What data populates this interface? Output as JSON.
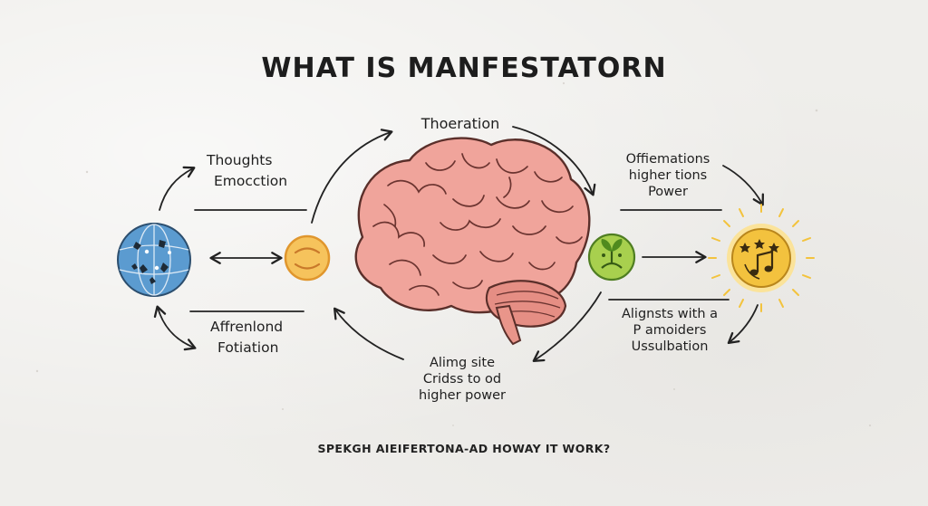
{
  "title": "WHAT IS MANFESTATORN",
  "footer": "SPEKGH AIEIFERTONA-AD HOWAY IT WORK?",
  "labels": {
    "top_center": "Thoeration",
    "left_top": [
      "Thoughts",
      "Emocction"
    ],
    "left_bottom": [
      "Affrenlond",
      "Fotiation"
    ],
    "right_top": [
      "Offiemations",
      "higher tions",
      "Power"
    ],
    "right_bottom": [
      "Alignsts with a",
      "P amoiders",
      "Ussulbation"
    ],
    "bottom_center": [
      "Alimg site",
      "Cridss to od",
      "higher power"
    ]
  },
  "icons": {
    "globe": "globe-icon",
    "smiley": "smiley-icon",
    "brain": "brain-illustration",
    "seedling": "seedling-icon",
    "sun": "sun-music-icon"
  },
  "colors": {
    "globe_fill": "#5b9bd0",
    "smiley_fill": "#f6c35c",
    "brain_fill": "#f0a49b",
    "seed_fill": "#a8d04e",
    "sun_fill": "#f3c23e",
    "sun_rays": "#f3c33d",
    "ink": "#222222"
  }
}
